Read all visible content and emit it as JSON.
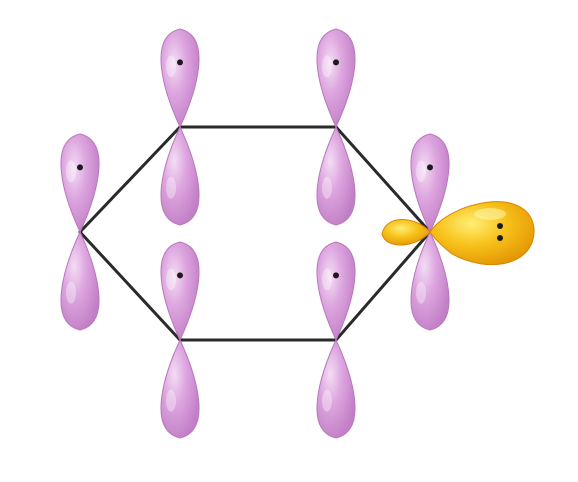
{
  "diagram": {
    "ring": {
      "atoms": 6,
      "bond_color": "#2a2a2a"
    },
    "p_orbitals": {
      "count": 6,
      "lobe_color": "#d79ad9",
      "lobe_edge": "#b978be",
      "electrons_per_orbital": 1
    },
    "lone_pair": {
      "count": 1,
      "lobe_color": "#f3b500",
      "lobe_edge": "#d98600",
      "electrons": 2
    }
  }
}
